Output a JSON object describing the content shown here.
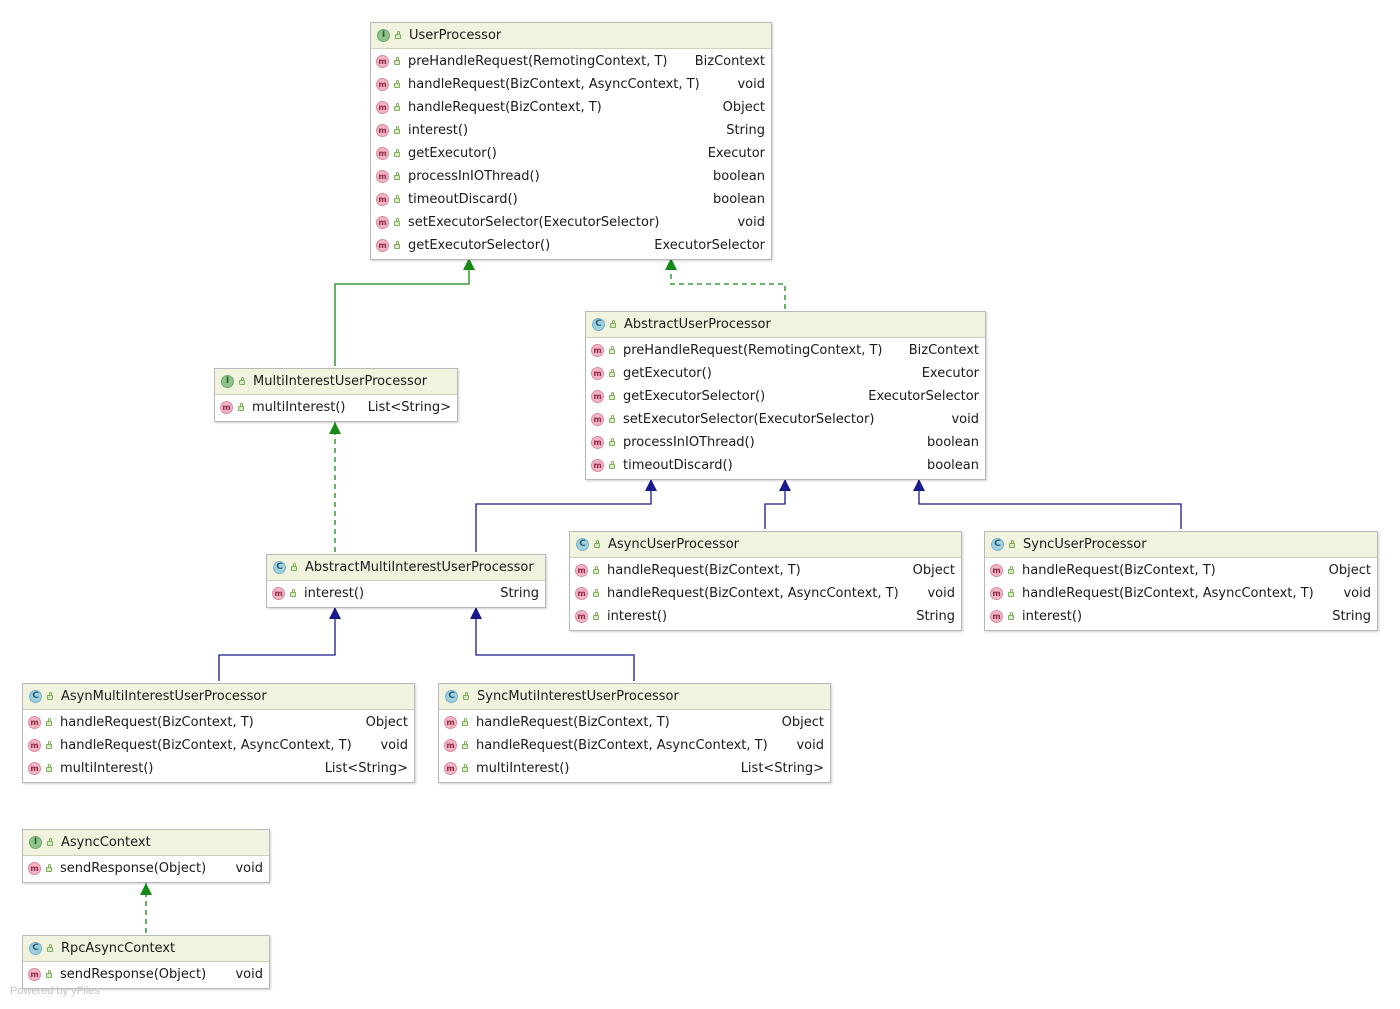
{
  "diagram": {
    "nodes": [
      {
        "id": "UserProcessor",
        "kind": "I",
        "name": "UserProcessor",
        "methods": [
          {
            "sig": "preHandleRequest(RemotingContext, T)",
            "ret": "BizContext"
          },
          {
            "sig": "handleRequest(BizContext, AsyncContext, T)",
            "ret": "void"
          },
          {
            "sig": "handleRequest(BizContext, T)",
            "ret": "Object"
          },
          {
            "sig": "interest()",
            "ret": "String"
          },
          {
            "sig": "getExecutor()",
            "ret": "Executor"
          },
          {
            "sig": "processInIOThread()",
            "ret": "boolean"
          },
          {
            "sig": "timeoutDiscard()",
            "ret": "boolean"
          },
          {
            "sig": "setExecutorSelector(ExecutorSelector)",
            "ret": "void"
          },
          {
            "sig": "getExecutorSelector()",
            "ret": "ExecutorSelector"
          }
        ]
      },
      {
        "id": "AbstractUserProcessor",
        "kind": "C",
        "name": "AbstractUserProcessor",
        "methods": [
          {
            "sig": "preHandleRequest(RemotingContext, T)",
            "ret": "BizContext"
          },
          {
            "sig": "getExecutor()",
            "ret": "Executor"
          },
          {
            "sig": "getExecutorSelector()",
            "ret": "ExecutorSelector"
          },
          {
            "sig": "setExecutorSelector(ExecutorSelector)",
            "ret": "void"
          },
          {
            "sig": "processInIOThread()",
            "ret": "boolean"
          },
          {
            "sig": "timeoutDiscard()",
            "ret": "boolean"
          }
        ]
      },
      {
        "id": "MultiInterestUserProcessor",
        "kind": "I",
        "name": "MultiInterestUserProcessor",
        "methods": [
          {
            "sig": "multiInterest()",
            "ret": "List<String>"
          }
        ]
      },
      {
        "id": "AbstractMultiInterestUserProcessor",
        "kind": "C",
        "name": "AbstractMultiInterestUserProcessor",
        "methods": [
          {
            "sig": "interest()",
            "ret": "String"
          }
        ]
      },
      {
        "id": "AsyncUserProcessor",
        "kind": "C",
        "name": "AsyncUserProcessor",
        "methods": [
          {
            "sig": "handleRequest(BizContext, T)",
            "ret": "Object"
          },
          {
            "sig": "handleRequest(BizContext, AsyncContext, T)",
            "ret": "void"
          },
          {
            "sig": "interest()",
            "ret": "String"
          }
        ]
      },
      {
        "id": "SyncUserProcessor",
        "kind": "C",
        "name": "SyncUserProcessor",
        "methods": [
          {
            "sig": "handleRequest(BizContext, T)",
            "ret": "Object"
          },
          {
            "sig": "handleRequest(BizContext, AsyncContext, T)",
            "ret": "void"
          },
          {
            "sig": "interest()",
            "ret": "String"
          }
        ]
      },
      {
        "id": "AsynMultiInterestUserProcessor",
        "kind": "C",
        "name": "AsynMultiInterestUserProcessor",
        "methods": [
          {
            "sig": "handleRequest(BizContext, T)",
            "ret": "Object"
          },
          {
            "sig": "handleRequest(BizContext, AsyncContext, T)",
            "ret": "void"
          },
          {
            "sig": "multiInterest()",
            "ret": "List<String>"
          }
        ]
      },
      {
        "id": "SyncMutiInterestUserProcessor",
        "kind": "C",
        "name": "SyncMutiInterestUserProcessor",
        "methods": [
          {
            "sig": "handleRequest(BizContext, T)",
            "ret": "Object"
          },
          {
            "sig": "handleRequest(BizContext, AsyncContext, T)",
            "ret": "void"
          },
          {
            "sig": "multiInterest()",
            "ret": "List<String>"
          }
        ]
      },
      {
        "id": "AsyncContext",
        "kind": "I",
        "name": "AsyncContext",
        "methods": [
          {
            "sig": "sendResponse(Object)",
            "ret": "void"
          }
        ]
      },
      {
        "id": "RpcAsyncContext",
        "kind": "C",
        "name": "RpcAsyncContext",
        "methods": [
          {
            "sig": "sendResponse(Object)",
            "ret": "void"
          }
        ]
      }
    ],
    "edges": [
      {
        "from": "MultiInterestUserProcessor",
        "to": "UserProcessor",
        "type": "extends-interface"
      },
      {
        "from": "AbstractUserProcessor",
        "to": "UserProcessor",
        "type": "implements"
      },
      {
        "from": "AbstractMultiInterestUserProcessor",
        "to": "MultiInterestUserProcessor",
        "type": "implements"
      },
      {
        "from": "AbstractMultiInterestUserProcessor",
        "to": "AbstractUserProcessor",
        "type": "extends"
      },
      {
        "from": "AsyncUserProcessor",
        "to": "AbstractUserProcessor",
        "type": "extends"
      },
      {
        "from": "SyncUserProcessor",
        "to": "AbstractUserProcessor",
        "type": "extends"
      },
      {
        "from": "AsynMultiInterestUserProcessor",
        "to": "AbstractMultiInterestUserProcessor",
        "type": "extends"
      },
      {
        "from": "SyncMutiInterestUserProcessor",
        "to": "AbstractMultiInterestUserProcessor",
        "type": "extends"
      },
      {
        "from": "RpcAsyncContext",
        "to": "AsyncContext",
        "type": "implements"
      }
    ],
    "colors": {
      "extends_class": "#1a1a8c",
      "extends_interface": "#158a15",
      "implements": "#158a15"
    }
  },
  "watermark": "Powered by yFiles"
}
